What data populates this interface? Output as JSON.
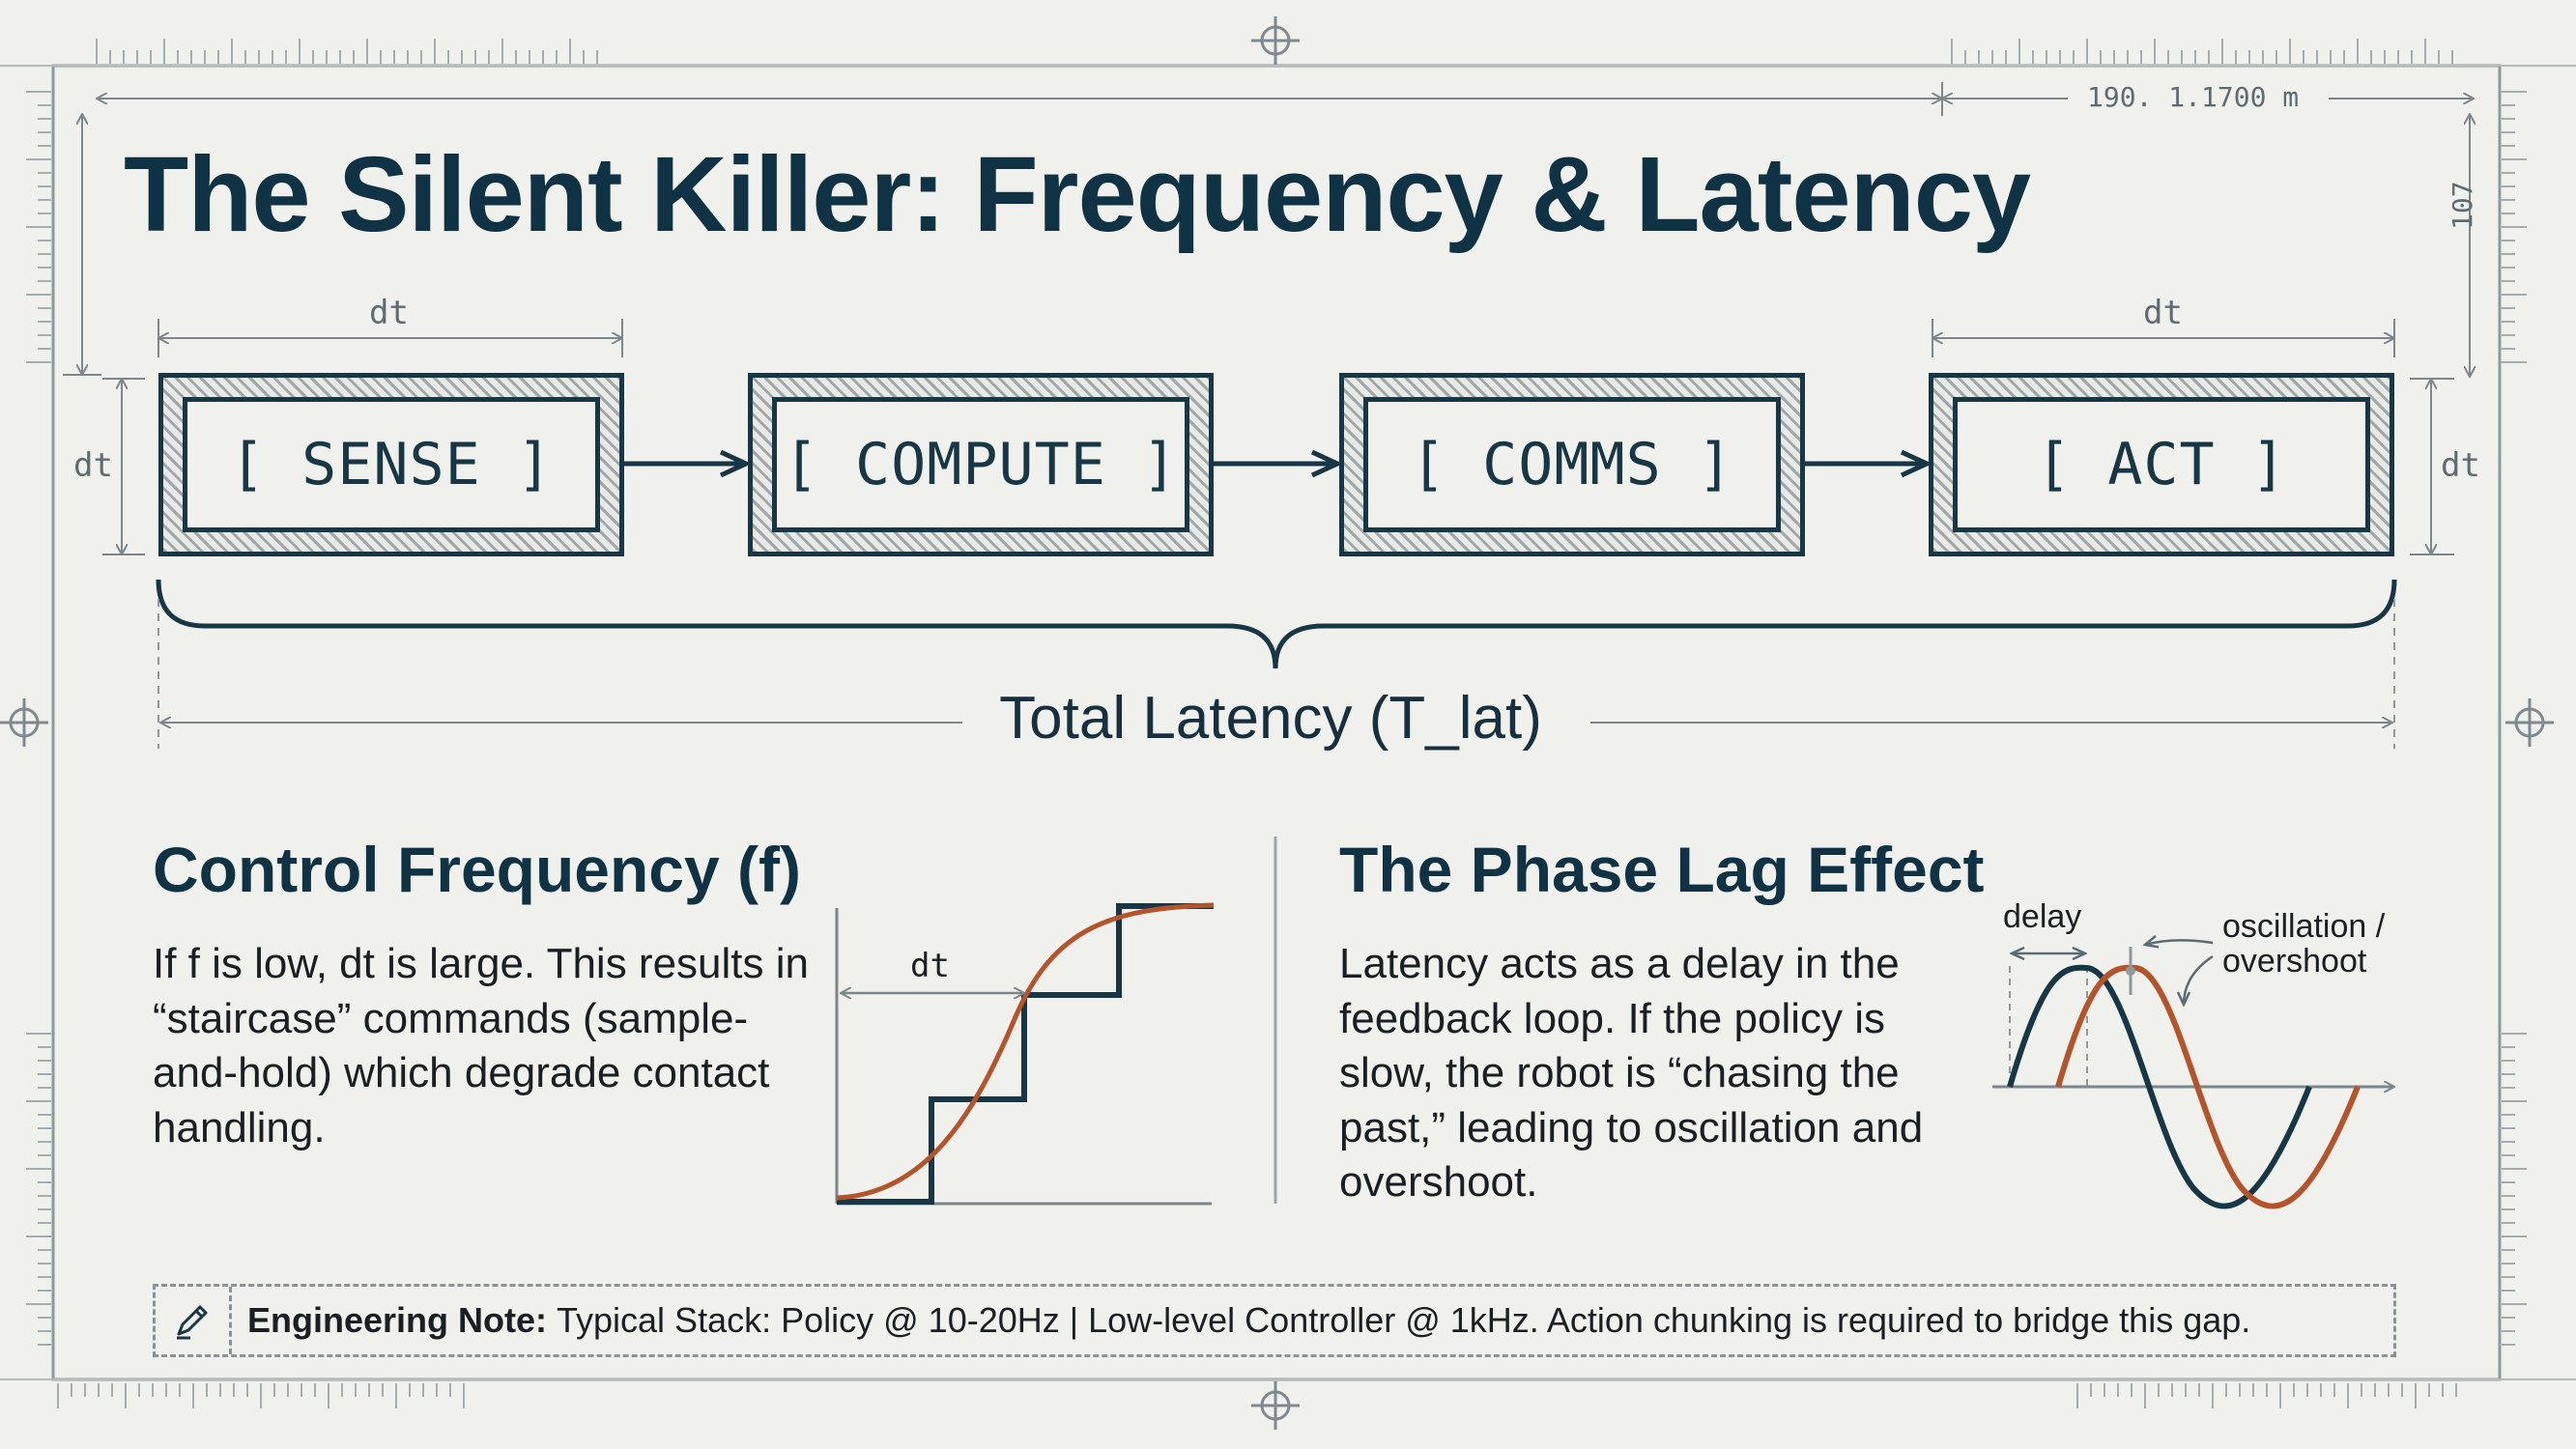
{
  "title": "The Silent Killer: Frequency & Latency",
  "frame": {
    "corner_measure": "190. 1.1700 m",
    "side_measure": "107"
  },
  "dims": {
    "dt_top_left": "dt",
    "dt_top_right": "dt",
    "dt_side_left": "dt",
    "dt_side_right": "dt"
  },
  "pipeline": {
    "stages": [
      "[ SENSE ]",
      "[ COMPUTE ]",
      "[ COMMS ]",
      "[ ACT ]"
    ],
    "total_label": "Total Latency (T_lat)"
  },
  "frequency": {
    "heading": "Control Frequency (f)",
    "body": "If f is low, dt is large. This results in “staircase” commands (sample-and-hold) which degrade contact handling.",
    "plot_dt_label": "dt"
  },
  "phase": {
    "heading": "The Phase Lag Effect",
    "body": "Latency acts as a delay in the feedback loop. If the policy is slow, the robot is “chasing the past,” leading to oscillation and overshoot.",
    "delay_label": "delay",
    "oscillation_label_line1": "oscillation /",
    "oscillation_label_line2": "overshoot"
  },
  "note": {
    "icon": "pencil-icon",
    "label": "Engineering Note:",
    "text": "Typical Stack: Policy @ 10-20Hz | Low-level Controller @ 1kHz. Action chunking is required to bridge this gap."
  },
  "colors": {
    "navy": "#173646",
    "accent": "#b5532a",
    "background": "#f0f0ec"
  }
}
